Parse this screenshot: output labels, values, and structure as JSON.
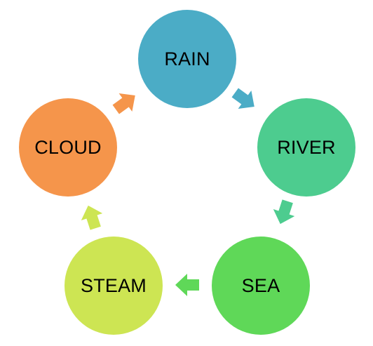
{
  "diagram": {
    "type": "cycle",
    "nodes": [
      {
        "id": "rain",
        "label": "RAIN",
        "color": "#4BACC6"
      },
      {
        "id": "river",
        "label": "RIVER",
        "color": "#4DCC8F"
      },
      {
        "id": "sea",
        "label": "SEA",
        "color": "#5FD858"
      },
      {
        "id": "steam",
        "label": "STEAM",
        "color": "#CDE553"
      },
      {
        "id": "cloud",
        "label": "CLOUD",
        "color": "#F5954B"
      }
    ],
    "arrows": [
      {
        "from": "rain",
        "to": "river",
        "color": "#4BACC6"
      },
      {
        "from": "river",
        "to": "sea",
        "color": "#4DCC8F"
      },
      {
        "from": "sea",
        "to": "steam",
        "color": "#5FD858"
      },
      {
        "from": "steam",
        "to": "cloud",
        "color": "#CDE553"
      },
      {
        "from": "cloud",
        "to": "rain",
        "color": "#F5954B"
      }
    ]
  }
}
